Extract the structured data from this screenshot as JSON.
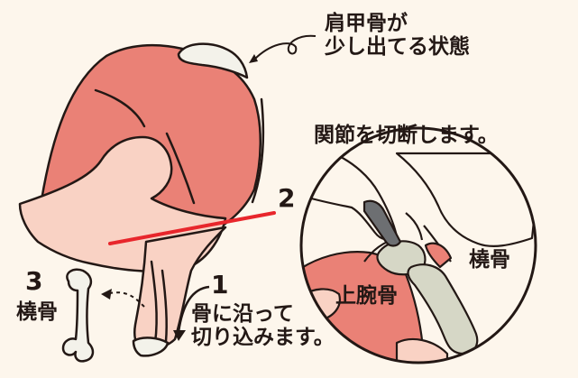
{
  "labels": {
    "scapula_note": [
      "肩甲骨が",
      "少し出てる状態"
    ],
    "cut_joint": "関節を切断します。",
    "step1_number": "1",
    "step1_text": [
      "骨に沿って",
      "切り込みます。"
    ],
    "step2_number": "2",
    "step3_number": "3",
    "step3_label": "橈骨",
    "radius_label": "橈骨",
    "upper_arm_label": "上腕骨"
  },
  "colors": {
    "background": "#fdf6ec",
    "meat_red": "#ea8176",
    "meat_pink": "#f9d2c4",
    "bone": "#f3f2ea",
    "bone_gray": "#d6d7c6",
    "cut_line": "#e8262c",
    "outline": "#231815"
  }
}
